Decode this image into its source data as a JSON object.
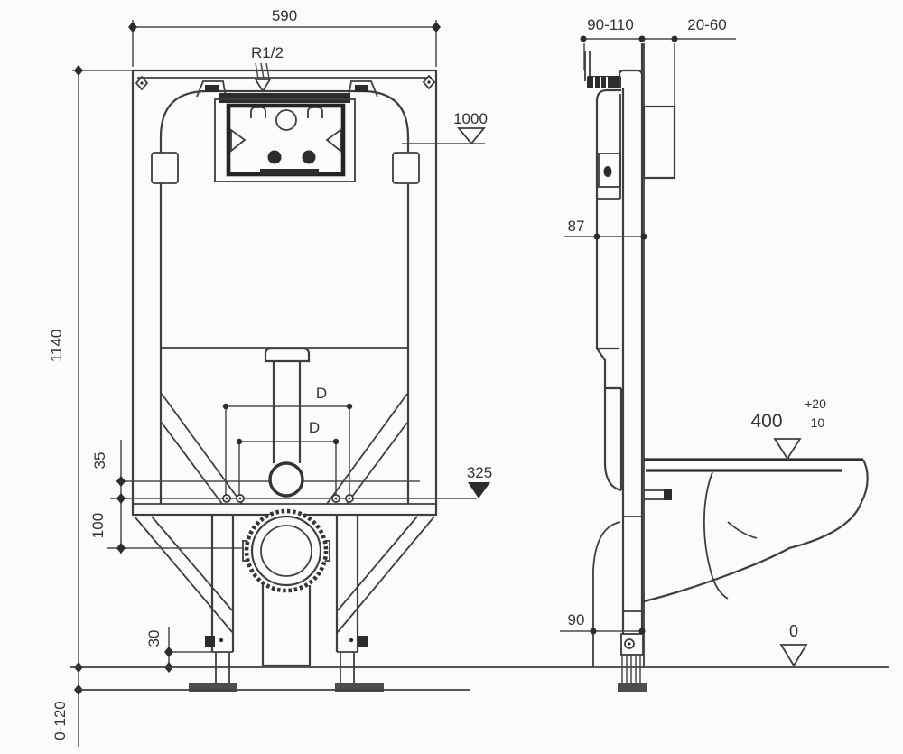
{
  "front_view": {
    "width_top": "590",
    "height_left": "1140",
    "supply_thread": "R1/2",
    "level_cistern_top": "1000",
    "bolt_span_upper": "D",
    "bolt_span_lower": "D",
    "offset_supply": "35",
    "offset_drain": "100",
    "level_fixing_bolts": "325",
    "foot_clamp_height": "30",
    "foot_adjust_range": "0-120"
  },
  "side_view": {
    "frame_depth_range": "90-110",
    "wall_gap_range": "20-60",
    "frame_depth": "87",
    "seat_height": "400",
    "seat_height_tol_plus": "+20",
    "seat_height_tol_minus": "-10",
    "foot_depth": "90",
    "floor_level": "0"
  }
}
